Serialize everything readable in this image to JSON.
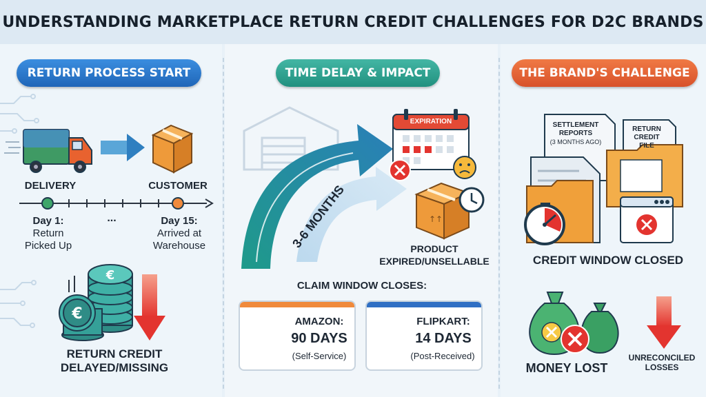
{
  "title": "UNDERSTANDING MARKETPLACE RETURN CREDIT CHALLENGES FOR D2C BRANDS",
  "colors": {
    "blue": "#1f66b8",
    "teal": "#21907f",
    "orange": "#e0612f",
    "red": "#e3342f",
    "green": "#2f8c57"
  },
  "sections": {
    "start": {
      "header": "RETURN PROCESS START",
      "delivery_label": "DELIVERY",
      "customer_label": "CUSTOMER",
      "timeline": {
        "day1_title": "Day 1:",
        "day1_desc_line1": "Return",
        "day1_desc_line2": "Picked Up",
        "ellipsis": "...",
        "day15_title": "Day 15:",
        "day15_desc_line1": "Arrived at",
        "day15_desc_line2": "Warehouse"
      },
      "credit_line1": "RETURN CREDIT",
      "credit_line2": "DELAYED/MISSING",
      "icons": [
        "truck-icon",
        "box-icon",
        "coins-icon",
        "down-arrow-icon"
      ]
    },
    "delay": {
      "header": "TIME DELAY & IMPACT",
      "duration_label": "3-6 MONTHS",
      "calendar_label": "EXPIRATION",
      "product_line1": "PRODUCT",
      "product_line2": "EXPIRED/UNSELLABLE",
      "claim_heading": "CLAIM WINDOW CLOSES:",
      "cards": [
        {
          "name": "AMAZON:",
          "days": "90 DAYS",
          "note": "(Self-Service)",
          "accent": "#f08a3c"
        },
        {
          "name": "FLIPKART:",
          "days": "14 DAYS",
          "note": "(Post-Received)",
          "accent": "#2f6fc4"
        }
      ]
    },
    "challenge": {
      "header": "THE BRAND'S CHALLENGE",
      "report_line1": "SETTLEMENT",
      "report_line2": "REPORTS",
      "report_line3": "(3 MONTHS AGO)",
      "file_line1": "RETURN CREDIT",
      "file_line2": "FILE",
      "window_closed": "CREDIT WINDOW CLOSED",
      "money_lost": "MONEY LOST",
      "unreconciled_line1": "UNRECONCILED",
      "unreconciled_line2": "LOSSES"
    }
  }
}
